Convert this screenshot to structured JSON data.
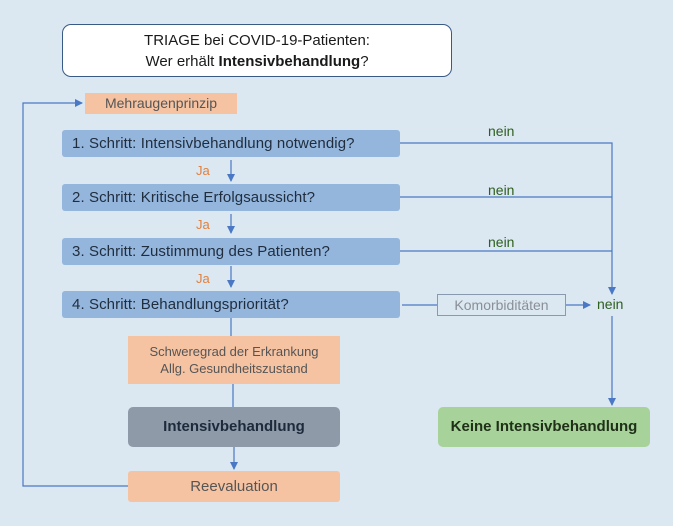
{
  "title": {
    "line1": "TRIAGE bei COVID-19-Patienten:",
    "line2_prefix": "Wer erhält ",
    "line2_bold": "Intensivbehandlung",
    "line2_suffix": "?"
  },
  "mehraugenprinzip": "Mehraugenprinzip",
  "steps": [
    "1. Schritt: Intensivbehandlung notwendig?",
    "2. Schritt: Kritische Erfolgsaussicht?",
    "3. Schritt: Zustimmung des Patienten?",
    "4. Schritt: Behandlungspriorität?"
  ],
  "yes_label": "Ja",
  "no_label": "nein",
  "komorbiditaeten": "Komorbiditäten",
  "criteria": {
    "line1": "Schweregrad der Erkrankung",
    "line2": "Allg. Gesundheitszustand"
  },
  "outcome_yes": "Intensivbehandlung",
  "outcome_no": "Keine Intensivbehandlung",
  "reevaluation": "Reevaluation",
  "colors": {
    "background": "#dbe7f1",
    "step_box": "#94b5dc",
    "peach": "#f5c3a2",
    "arrow": "#4a78c4",
    "yes_text": "#e2803e",
    "no_text": "#2e5f1e",
    "outcome_yes_fill": "#8e9aa7",
    "outcome_no_fill": "#a7d39a"
  }
}
